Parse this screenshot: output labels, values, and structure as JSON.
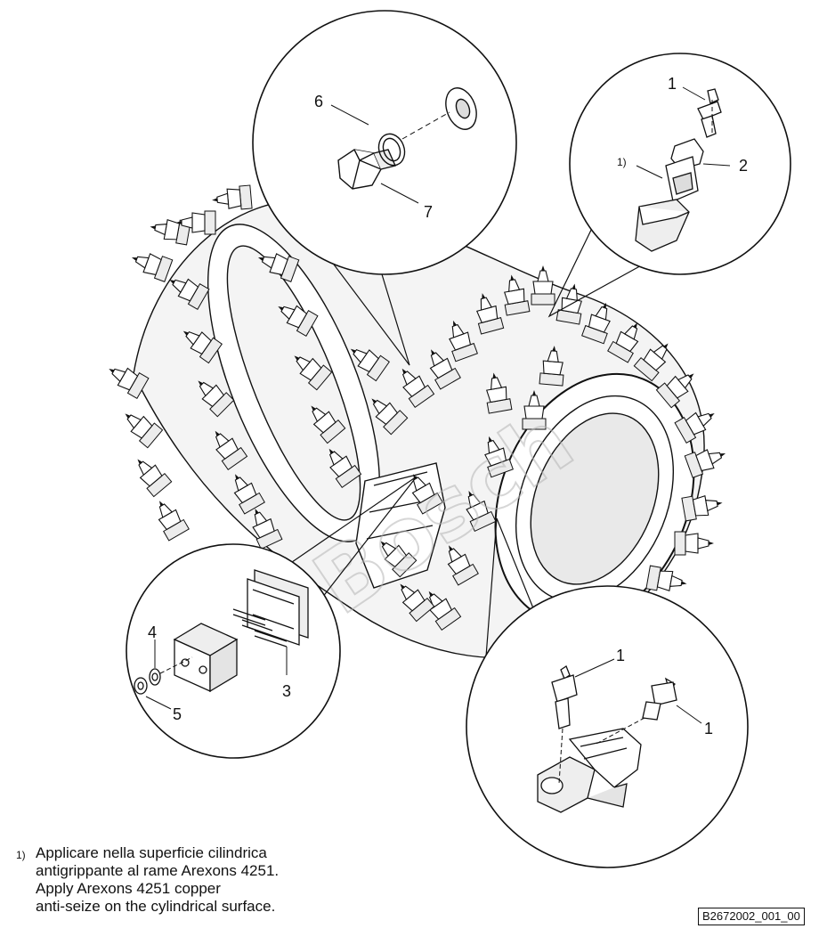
{
  "callouts": {
    "part_1_top": "1",
    "part_2": "2",
    "note_ref": "1)",
    "part_6": "6",
    "part_7": "7",
    "part_4": "4",
    "part_5": "5",
    "part_3": "3",
    "part_1_bottom_left": "1",
    "part_1_bottom_right": "1"
  },
  "watermark": "Bosch",
  "note": {
    "marker": "1)",
    "lines": [
      "Applicare nella superficie cilindrica",
      "antigrippante al rame Arexons 4251.",
      "Apply Arexons 4251 copper",
      "anti-seize  on the cylindrical surface."
    ]
  },
  "drawing_id": "B2672002_001_00"
}
